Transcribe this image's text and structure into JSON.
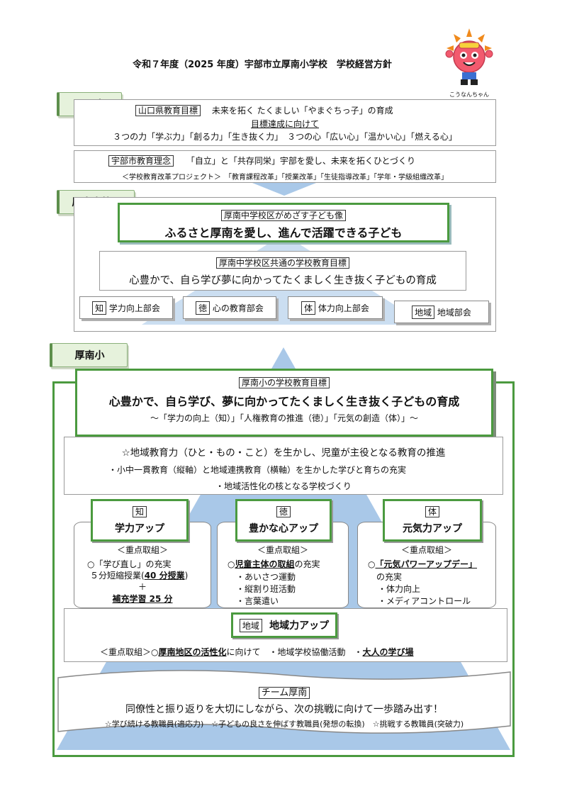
{
  "title": "令和７年度（2025 年度）宇部市立厚南小学校　学校経営方針",
  "mascot": {
    "name": "こうなんちゃん",
    "icon": "mascot-sun-icon"
  },
  "pref": {
    "tag": "県・市",
    "box1_label": "山口県教育目標",
    "box1_line1": "未来を拓く たくましい「やまぐちっ子」の育成",
    "box1_line2": "目標達成に向けて",
    "box1_line3": "３つの力「学ぶ力」「創る力」「生き抜く力」　３つの心「広い心」「温かい心」「燃える心」",
    "box2_label": "宇部市教育理念",
    "box2_line1": "「自立」と「共存同栄」宇部を愛し、未来を拓くひとづくり",
    "box2_line2": "＜学校教育改革プロジェクト＞　「教育課程改革」「授業改革」「生徒指導改革」「学年・学級組織改革」"
  },
  "district": {
    "tag": "厚南中校区",
    "goal_label": "厚南中学校区がめざす子ども像",
    "goal_text": "ふるさと厚南を愛し、進んで活躍できる子ども",
    "common_label": "厚南中学校区共通の学校教育目標",
    "common_text": "心豊かで、自ら学び夢に向かってたくましく生き抜く子どもの育成",
    "committees": [
      {
        "key": "知",
        "label": "学力向上部会"
      },
      {
        "key": "徳",
        "label": "心の教育部会"
      },
      {
        "key": "体",
        "label": "体力向上部会"
      },
      {
        "key": "地域",
        "label": "地域部会"
      }
    ]
  },
  "school": {
    "tag": "厚南小",
    "goal_label": "厚南小の学校教育目標",
    "goal_text": "心豊かで、自ら学び、夢に向かってたくましく生き抜く子どもの育成",
    "goal_sub": "～「学力の向上（知）」「人権教育の推進（徳）」「元気の創造（体）」～",
    "policy_title": "☆地域教育力（ひと・もの・こと）を生かし、児童が主役となる教育の推進",
    "policy_1": "・小中一貫教育（縦軸）と地域連携教育（横軸）を生かした学びと育ちの充実",
    "policy_2": "・地域活性化の核となる学校づくり",
    "pillars": [
      {
        "key": "知",
        "title": "学力アップ",
        "sub": "＜重点取組＞",
        "l1": "○「学び直し」の充実",
        "l2a": "５分短縮授業(",
        "l2b": "40 分授業",
        "l2c": ")",
        "l3": "＋",
        "l4": "補充学習 25 分"
      },
      {
        "key": "徳",
        "title": "豊かな心アップ",
        "sub": "＜重点取組＞",
        "l1a": "○",
        "l1b": "児童主体の取組",
        "l1c": "の充実",
        "l2": "・あいさつ運動",
        "l3": "・縦割り班活動",
        "l4": "・言葉遣い"
      },
      {
        "key": "体",
        "title": "元気力アップ",
        "sub": "＜重点取組＞",
        "l1a": "○",
        "l1b": "「元気パワーアップデー」",
        "l2": "の充実",
        "l3": "・体力向上",
        "l4": "・メディアコントロール"
      }
    ],
    "community": {
      "key": "地域",
      "title": "地域力アップ",
      "line_a": "＜重点取組＞○",
      "line_b": "厚南地区の活性化",
      "line_c": "に向けて　・地域学校協働活動　・",
      "line_d": "大人の学び場"
    },
    "team": {
      "label": "チーム厚南",
      "line1": "同僚性と振り返りを大切にしながら、次の挑戦に向けて一歩踏み出す！",
      "line2": "☆学び続ける教職員(適応力)　☆子どもの良さを伸ばす教職員(発想の転換)　☆挑戦する教職員(突破力)"
    }
  },
  "colors": {
    "green": "#4b9a3f",
    "blue": "#a9c8e8",
    "tag_bg": "#e6f2dc"
  }
}
